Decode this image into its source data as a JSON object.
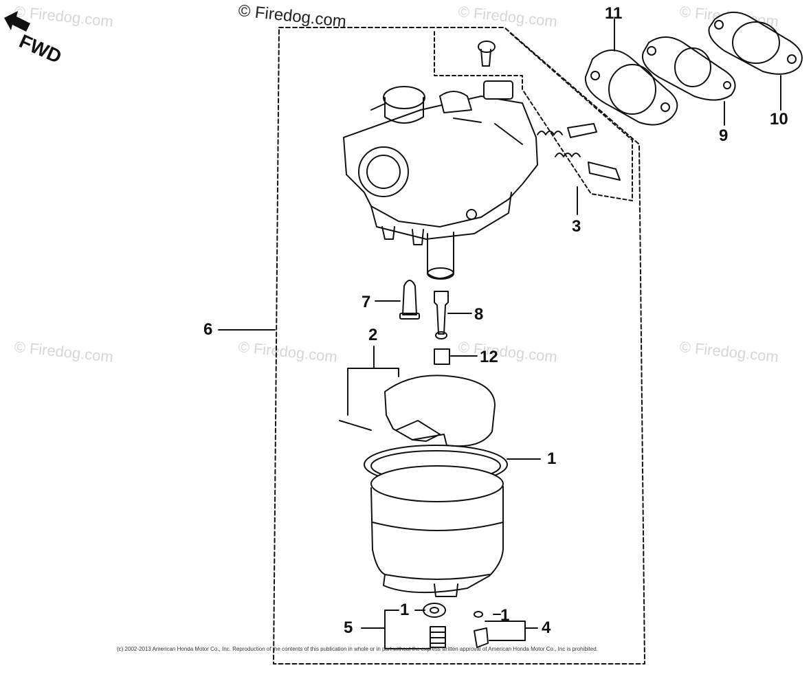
{
  "diagram": {
    "direction_label": "FWD",
    "watermarks": [
      "© Firedog.com",
      "© Firedog.com",
      "© Firedog.com",
      "© Firedog.com",
      "© Firedog.com",
      "© Firedog.com",
      "© Firedog.com",
      "© Firedog.com"
    ],
    "copyright": "(c) 2002-2013 American Honda Motor Co., Inc. Reproduction of the contents of this publication in whole or in part without the express written approval of American Honda Motor Co., Inc is prohibited.",
    "callouts": {
      "c11": "11",
      "c10": "10",
      "c9": "9",
      "c3": "3",
      "c7": "7",
      "c8": "8",
      "c6": "6",
      "c2": "2",
      "c12": "12",
      "c1a": "1",
      "c1b": "1",
      "c1c": "1",
      "c5": "5",
      "c4": "4"
    }
  }
}
